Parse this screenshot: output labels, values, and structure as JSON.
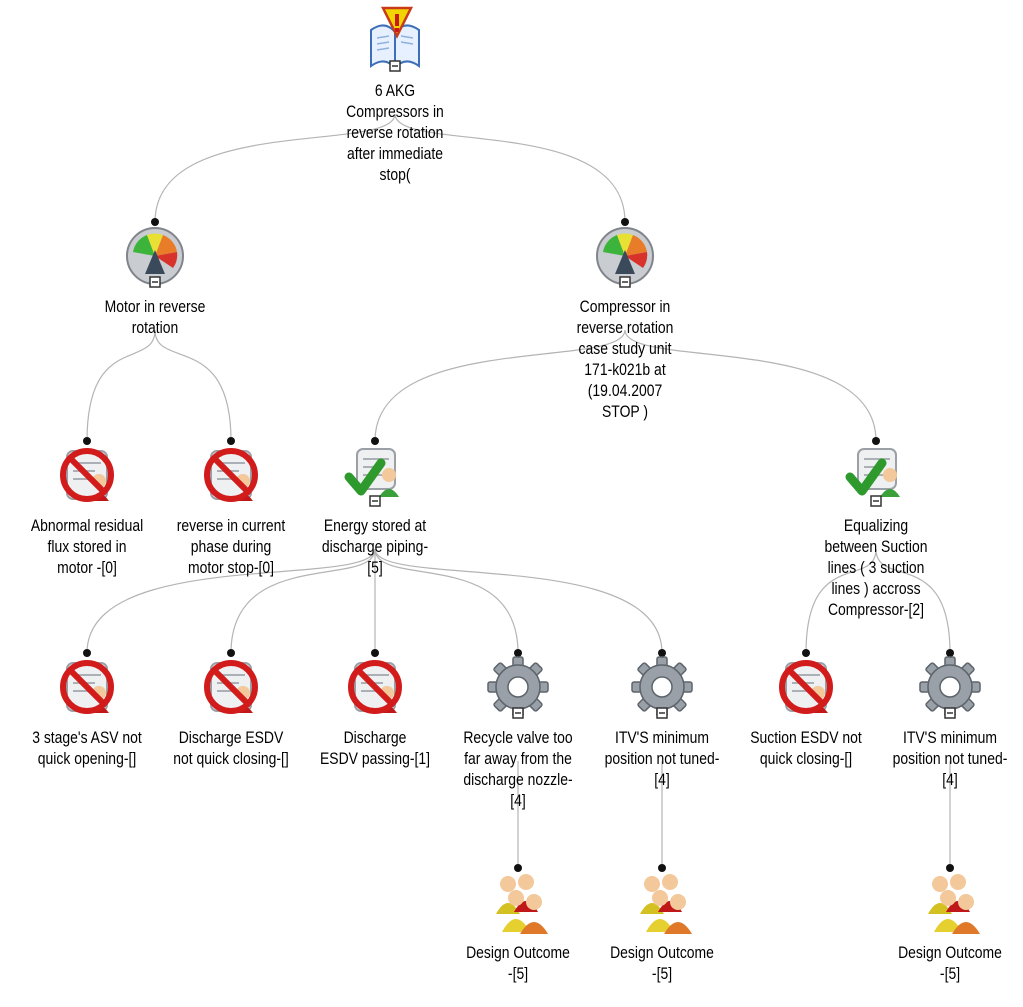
{
  "tree": {
    "root": {
      "label": "6 AKG\nCompressors in\nreverse rotation\nafter immediate\nstop(",
      "icon": "warning-book-icon",
      "children": [
        "motor",
        "comp"
      ]
    },
    "motor": {
      "label": "Motor in reverse\nrotation",
      "icon": "gauge-icon",
      "children": [
        "n1",
        "n2"
      ]
    },
    "comp": {
      "label": "Compressor in\nreverse rotation\ncase study unit\n171-k021b at\n(19.04.2007\nSTOP )",
      "icon": "gauge-icon",
      "children": [
        "energy",
        "equal"
      ]
    },
    "n1": {
      "label": "Abnormal residual\nflux stored in\nmotor -[0]",
      "icon": "rejected-person-icon",
      "children": []
    },
    "n2": {
      "label": "reverse in current\nphase during\nmotor stop-[0]",
      "icon": "rejected-person-icon",
      "children": []
    },
    "energy": {
      "label": "Energy stored at\ndischarge piping-\n[5]",
      "icon": "approved-person-icon",
      "children": [
        "e1",
        "e2",
        "e3",
        "e4",
        "e5"
      ]
    },
    "equal": {
      "label": "Equalizing\nbetween Suction\nlines ( 3 suction\nlines ) accross\nCompressor-[2]",
      "icon": "approved-person-icon",
      "children": [
        "q1",
        "q2"
      ]
    },
    "e1": {
      "label": "3  stage's ASV not\nquick opening-[]",
      "icon": "rejected-person-icon",
      "children": []
    },
    "e2": {
      "label": "Discharge ESDV\nnot quick closing-[]",
      "icon": "rejected-person-icon",
      "children": []
    },
    "e3": {
      "label": "Discharge\nESDV passing-[1]",
      "icon": "rejected-person-icon",
      "children": []
    },
    "e4": {
      "label": "Recycle valve too\nfar away from the\ndischarge nozzle-\n[4]",
      "icon": "gear-icon",
      "children": [
        "d1"
      ]
    },
    "e5": {
      "label": "ITV'S minimum\nposition not tuned-\n[4]",
      "icon": "gear-icon",
      "children": [
        "d2"
      ]
    },
    "q1": {
      "label": "Suction ESDV not\nquick closing-[]",
      "icon": "rejected-person-icon",
      "children": []
    },
    "q2": {
      "label": "ITV'S minimum\nposition not tuned-\n[4]",
      "icon": "gear-icon",
      "children": [
        "d3"
      ]
    },
    "d1": {
      "label": "Design Outcome\n-[5]",
      "icon": "team-icon",
      "children": []
    },
    "d2": {
      "label": "Design Outcome\n-[5]",
      "icon": "team-icon",
      "children": []
    },
    "d3": {
      "label": "Design Outcome\n-[5]",
      "icon": "team-icon",
      "children": []
    }
  },
  "colors": {
    "link": "#b4b4b4",
    "dot": "#111111",
    "warning": "#f2d400",
    "forbidden": "#d21c1c",
    "check": "#2e9a2e",
    "gear": "#9aa0a8"
  }
}
